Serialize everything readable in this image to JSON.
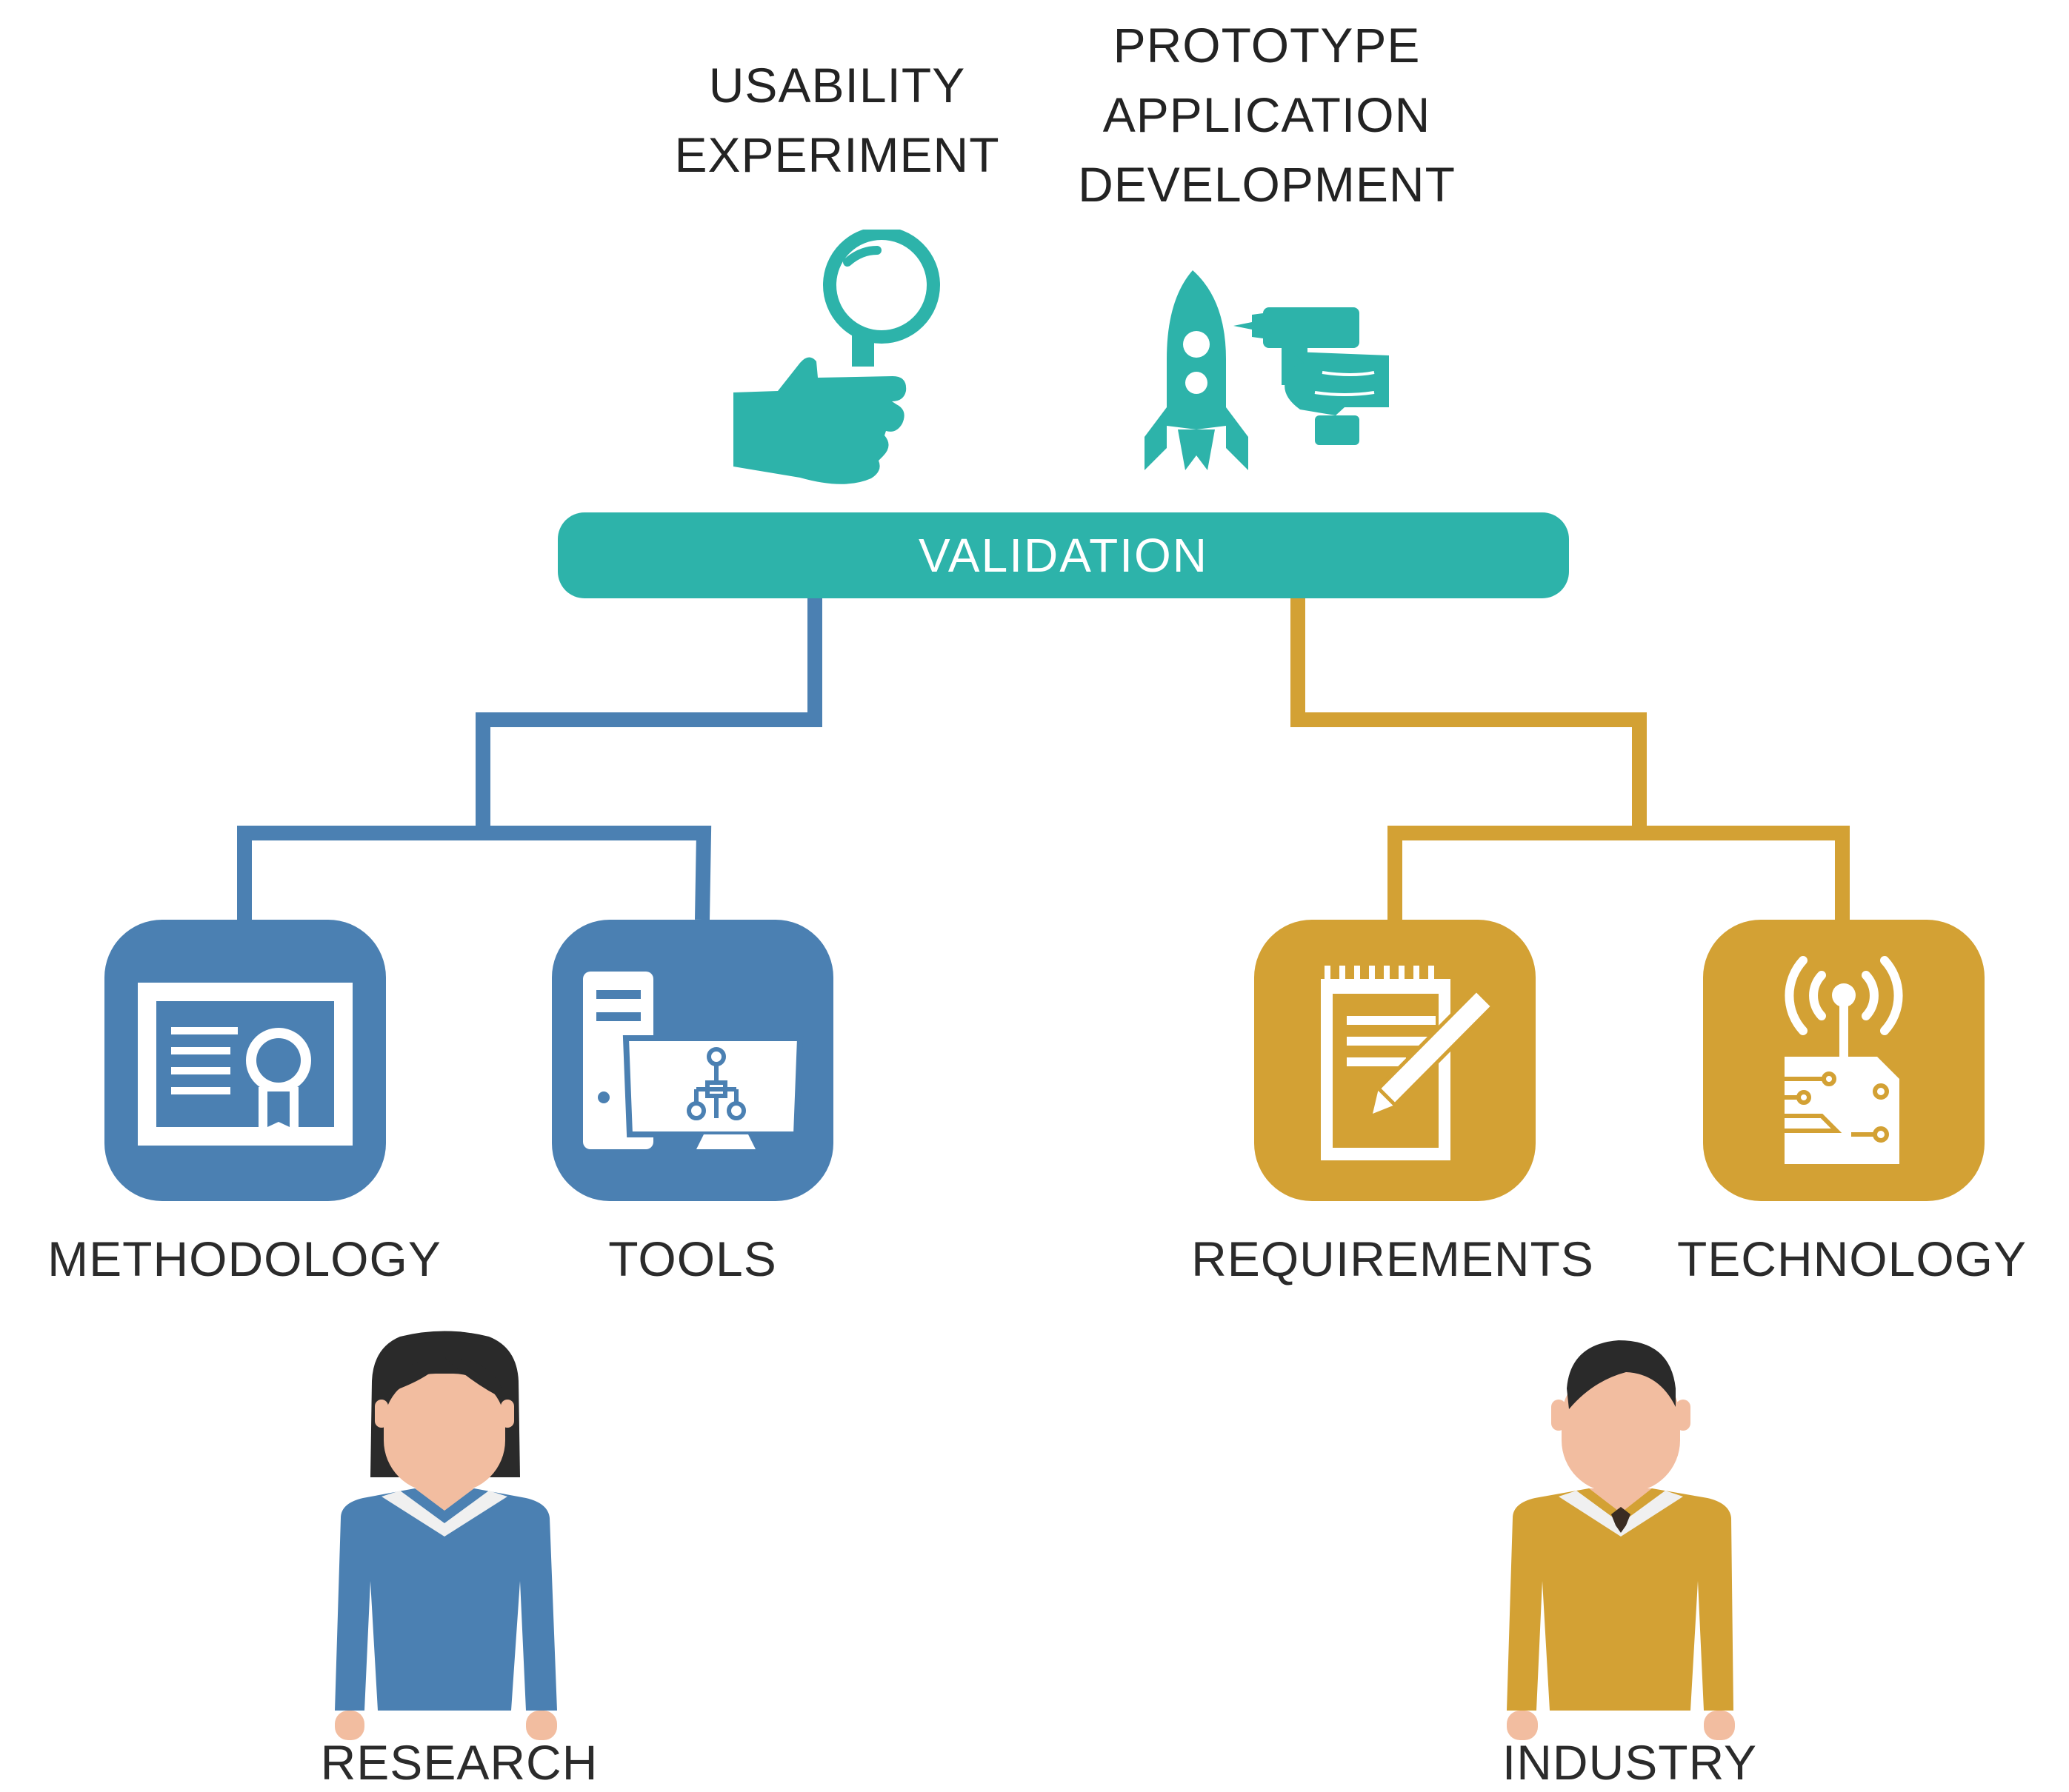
{
  "top": {
    "usability_label": "USABILITY\nEXPERIMENT",
    "prototype_label": "PROTOTYPE\nAPPLICATION\nDEVELOPMENT"
  },
  "validation": {
    "label": "VALIDATION"
  },
  "categories": {
    "methodology": "METHODOLOGY",
    "tools": "TOOLS",
    "requirements": "REQUIREMENTS",
    "technology": "TECHNOLOGY"
  },
  "people": {
    "research": "RESEARCH",
    "industry": "INDUSTRY"
  },
  "colors": {
    "teal": "#2db3aa",
    "blue": "#4b80b2",
    "gold": "#d3a134",
    "skin": "#f2bda0",
    "hair": "#2a2a2a"
  },
  "icons": {
    "usability": "magnifier-hand-icon",
    "prototype": "rocket-drill-icon",
    "methodology": "certificate-icon",
    "tools": "computer-workflow-icon",
    "requirements": "notepad-pencil-icon",
    "technology": "antenna-circuit-icon"
  }
}
